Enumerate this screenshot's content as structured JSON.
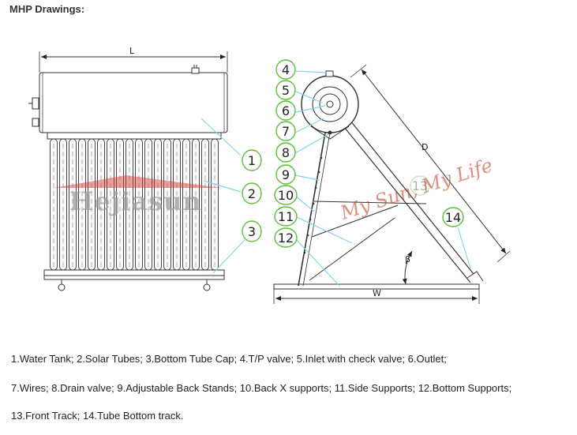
{
  "heading": "MHP Drawings:",
  "dimensions": {
    "length": "L",
    "diagonal": "D",
    "width": "W",
    "angle": "β"
  },
  "callouts": {
    "front": [
      "1",
      "2",
      "3"
    ],
    "side": [
      "4",
      "5",
      "6",
      "7",
      "8",
      "9",
      "10",
      "11",
      "12",
      "14"
    ],
    "faint": "13"
  },
  "watermarks": {
    "brand": "Hejiasun",
    "script": "My Sun, My Life"
  },
  "legend": [
    "1.Water Tank; 2.Solar Tubes; 3.Bottom Tube Cap; 4.T/P valve; 5.Inlet with check valve; 6.Outlet;",
    "7.Wires; 8.Drain valve; 9.Adjustable Back Stands; 10.Back X supports; 11.Side Supports; 12.Bottom Supports;",
    "13.Front Track; 14.Tube Bottom track."
  ]
}
